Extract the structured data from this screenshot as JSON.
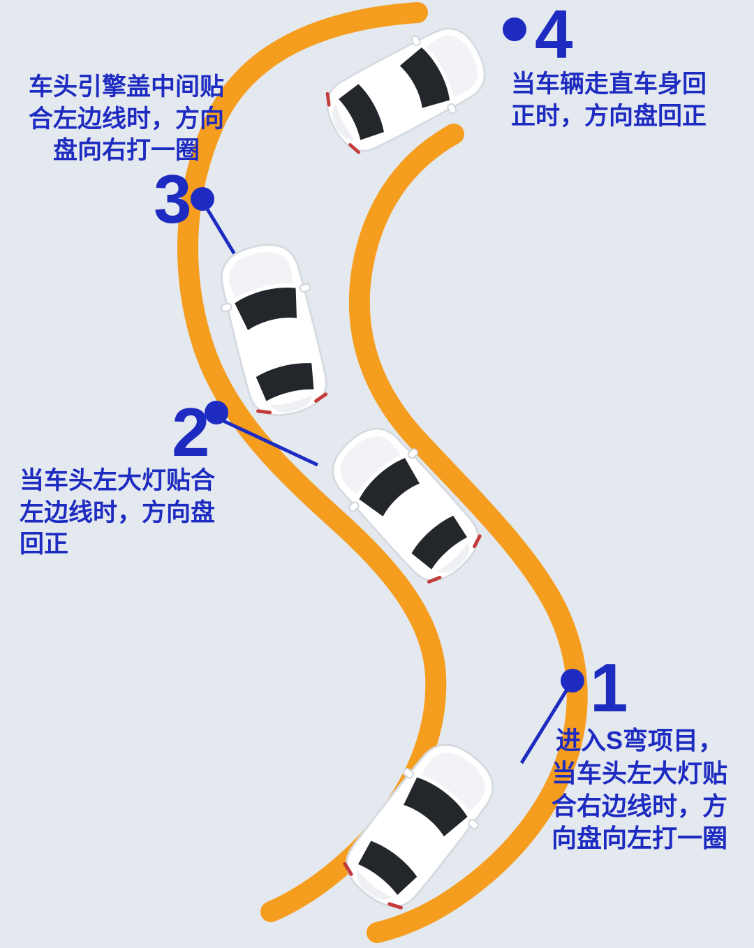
{
  "diagram": {
    "steps": [
      {
        "number": "1",
        "note": "进入S弯项目，\n当车头左大灯贴\n合右边线时，方\n向盘向左打一圈"
      },
      {
        "number": "2",
        "note": "当车头左大灯贴合\n左边线时，方向盘\n回正"
      },
      {
        "number": "3",
        "note": "车头引擎盖中间贴\n合左边线时，方向\n盘向右打一圈"
      },
      {
        "number": "4",
        "note": "当车辆走直车身回\n正时，方向盘回正"
      }
    ],
    "colors": {
      "background": "#e4e9f0",
      "track_orange": "#f59d1e",
      "accent_blue": "#1d2bc1",
      "car_body": "#ffffff",
      "car_window": "#23262b"
    }
  }
}
